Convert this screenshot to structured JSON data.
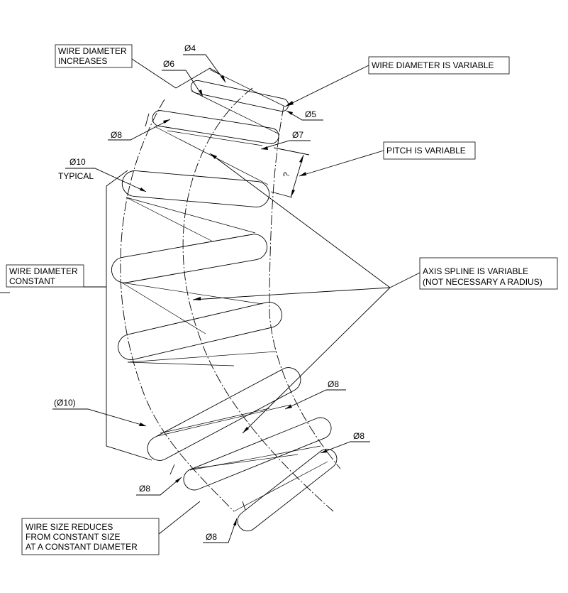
{
  "notes": {
    "wire_diameter_increases_1": "WIRE DIAMETER",
    "wire_diameter_increases_2": "INCREASES",
    "wire_diameter_variable": "WIRE DIAMETER IS VARIABLE",
    "pitch_variable": "PITCH IS VARIABLE",
    "wire_diameter_constant_1": "WIRE DIAMETER",
    "wire_diameter_constant_2": "CONSTANT",
    "axis_spline_1": "AXIS SPLINE IS VARIABLE",
    "axis_spline_2": "(NOT NECESSARY A RADIUS)",
    "wire_size_reduces_1": "WIRE SIZE REDUCES",
    "wire_size_reduces_2": "FROM CONSTANT SIZE",
    "wire_size_reduces_3": "AT A CONSTANT DIAMETER"
  },
  "dimensions": {
    "d4": "Ø4",
    "d6": "Ø6",
    "d5": "Ø5",
    "d8_top": "Ø8",
    "d7": "Ø7",
    "d10": "Ø10",
    "typical": "TYPICAL",
    "d10_ref": "(Ø10)",
    "d8_right_1": "Ø8",
    "d8_right_2": "Ø8",
    "d8_bottom_1": "Ø8",
    "d8_bottom_2": "Ø8",
    "pitch_symbol": "?"
  }
}
